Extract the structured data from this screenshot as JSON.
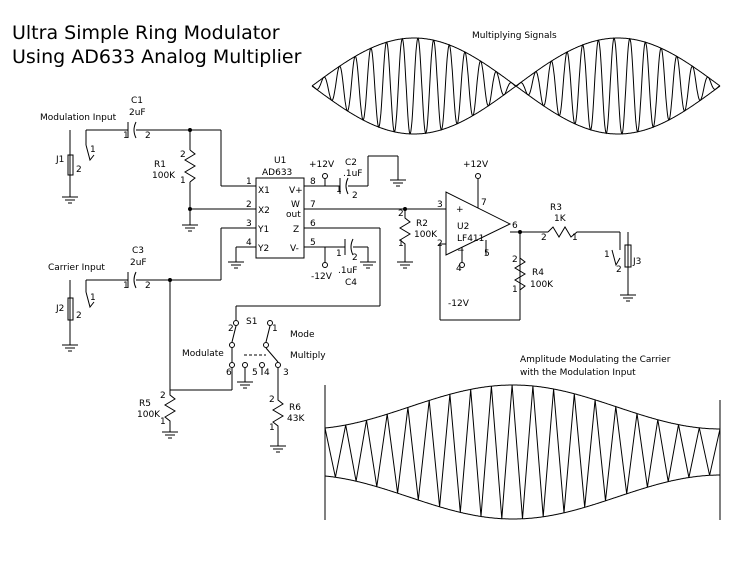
{
  "title_line1": "Ultra Simple Ring Modulator",
  "title_line2": "Using AD633 Analog Multiplier",
  "caption_top": "Multiplying Signals",
  "caption_bottom_1": "Amplitude Modulating the Carrier",
  "caption_bottom_2": "with the Modulation Input",
  "modulation_input": "Modulation Input",
  "carrier_input": "Carrier Input",
  "c1": {
    "ref": "C1",
    "value": "2uF"
  },
  "c3": {
    "ref": "C3",
    "value": "2uF"
  },
  "c2": {
    "ref": "C2",
    "value": ".1uF"
  },
  "c4": {
    "ref": "C4",
    "value": ".1uF"
  },
  "r1": {
    "ref": "R1",
    "value": "100K"
  },
  "r2": {
    "ref": "R2",
    "value": "100K"
  },
  "r3": {
    "ref": "R3",
    "value": "1K"
  },
  "r4": {
    "ref": "R4",
    "value": "100K"
  },
  "r5": {
    "ref": "R5",
    "value": "100K"
  },
  "r6": {
    "ref": "R6",
    "value": "43K"
  },
  "u1": {
    "ref": "U1",
    "part": "AD633",
    "pins": [
      "X1",
      "X2",
      "Y1",
      "Y2",
      "V+",
      "W",
      "out",
      "Z",
      "V-"
    ]
  },
  "u2": {
    "ref": "U2",
    "part": "LF411"
  },
  "j1": "J1",
  "j2": "J2",
  "j3": "J3",
  "s1": "S1",
  "mode": "Mode",
  "modulate": "Modulate",
  "multiply": "Multiply",
  "vplus": "+12V",
  "vminus": "-12V",
  "pin_numbers": [
    "1",
    "2",
    "3",
    "4",
    "5",
    "6",
    "7",
    "8"
  ]
}
